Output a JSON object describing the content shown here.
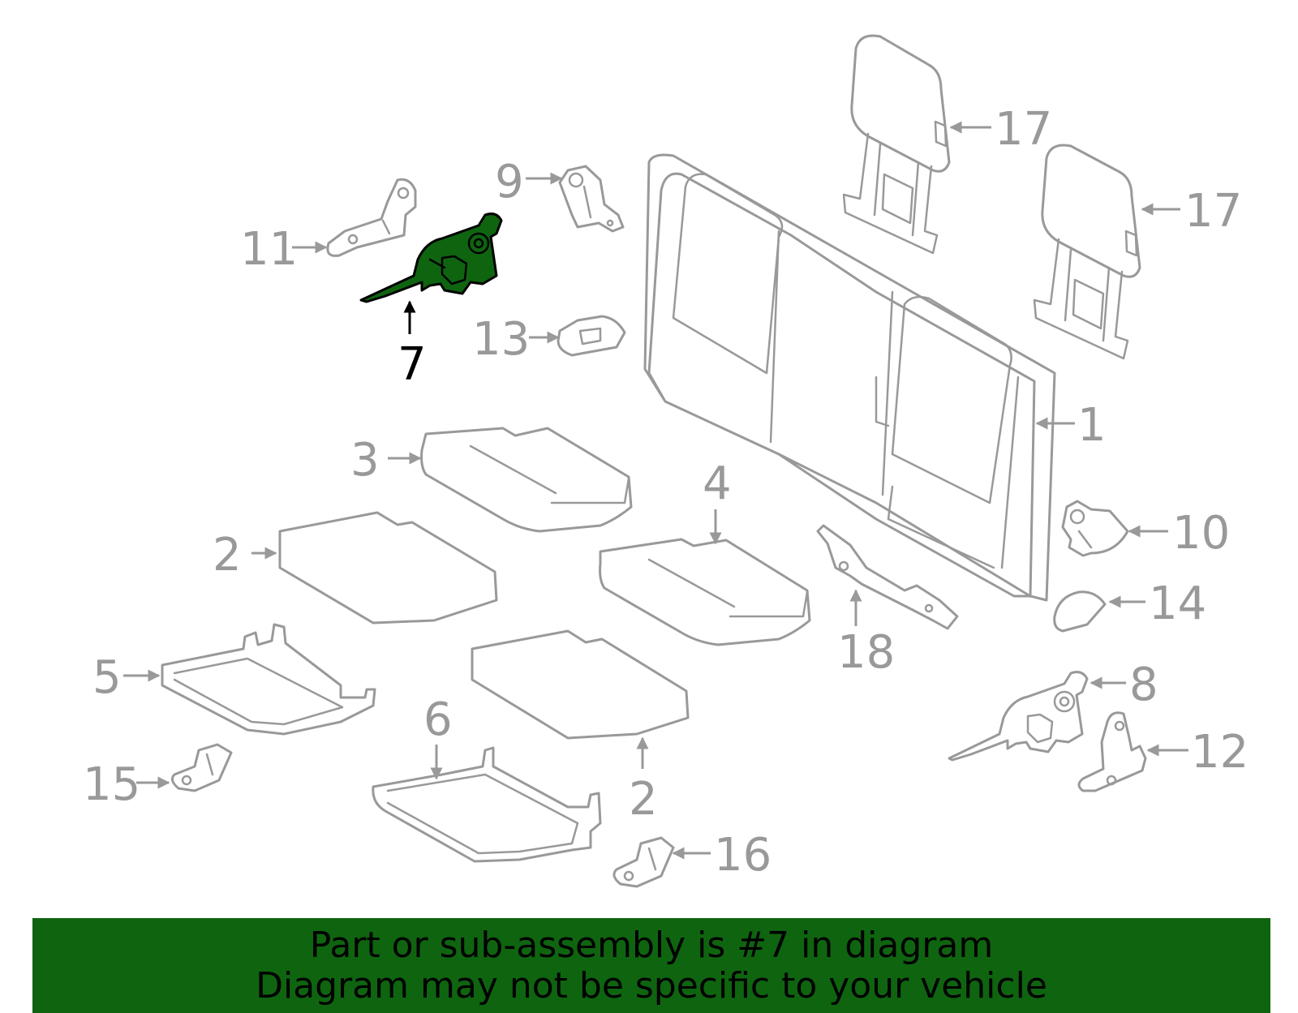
{
  "banner": {
    "line1": "Part or sub-assembly is #7 in diagram",
    "line2": "Diagram may not be specific to your vehicle"
  },
  "highlight_color": "#0f6410",
  "selected_part": "7",
  "callouts": {
    "p1": "1",
    "p2a": "2",
    "p2b": "2",
    "p3": "3",
    "p4": "4",
    "p5": "5",
    "p6": "6",
    "p7": "7",
    "p8": "8",
    "p9": "9",
    "p10": "10",
    "p11": "11",
    "p12": "12",
    "p13": "13",
    "p14": "14",
    "p15": "15",
    "p16": "16",
    "p17a": "17",
    "p17b": "17",
    "p18": "18"
  }
}
